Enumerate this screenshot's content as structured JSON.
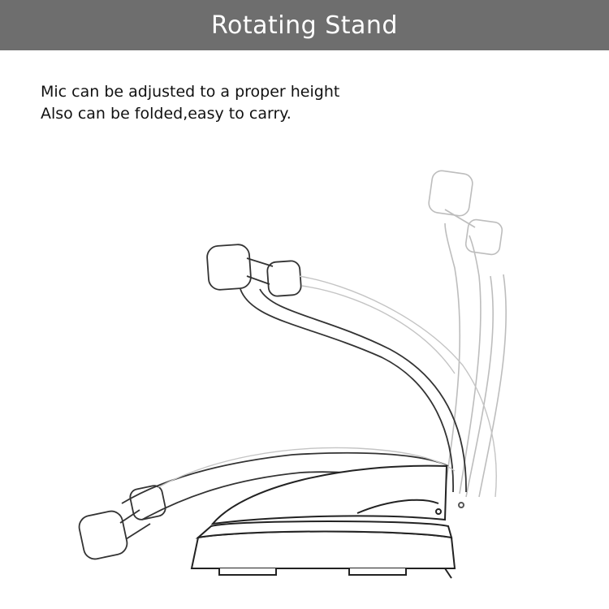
{
  "header": {
    "title": "Rotating Stand",
    "background_color": "#6e6e6e",
    "text_color": "#ffffff"
  },
  "description": {
    "line1": "Mic can be adjusted to a proper height",
    "line2": "Also can be folded,easy to carry."
  },
  "illustration": {
    "subject": "microphone-stand-rotation-line-drawing",
    "positions": [
      "folded",
      "middle",
      "upright"
    ]
  }
}
